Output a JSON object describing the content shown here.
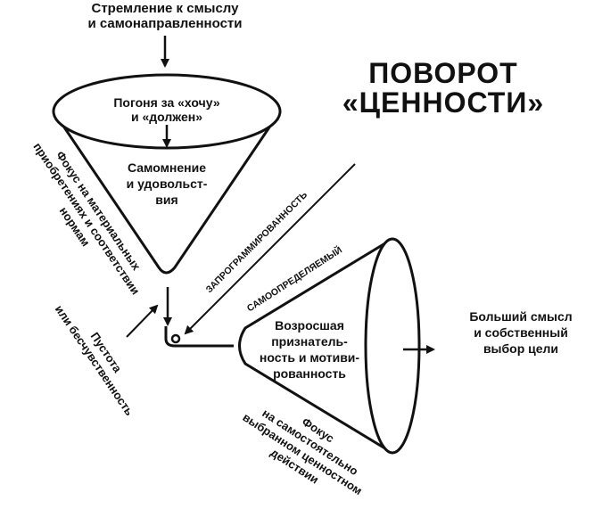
{
  "title": {
    "line1": "ПОВОРОТ",
    "line2": "«ЦЕННОСТИ»"
  },
  "top_input": {
    "line1": "Стремление к смыслу",
    "line2": "и самонаправленности"
  },
  "funnel_top": {
    "rim_line1": "Погоня за «хочу»",
    "rim_line2": "и «должен»",
    "body_line1": "Самомнение",
    "body_line2": "и удовольст-",
    "body_line3": "вия"
  },
  "left_side_label": {
    "line1": "Фокус на материальных",
    "line2": "приобретениях и соответствии",
    "line3": "нормам"
  },
  "void_label": {
    "line1": "Пустота",
    "line2": "или бесчувственность"
  },
  "programmed_label": "ЗАПРОГРАММИРОВАННОСТЬ",
  "selfdetermined_label": "САМООПРЕДЕЛЯЕМЫЙ",
  "cone_right": {
    "line1": "Возросшая",
    "line2": "признатель-",
    "line3": "ность и мотиви-",
    "line4": "рованность"
  },
  "bottom_focus_label": {
    "line1": "Фокус",
    "line2": "на самостоятельно",
    "line3": "выбранном ценностном",
    "line4": "действии"
  },
  "output": {
    "line1": "Больший смысл",
    "line2": "и собственный",
    "line3": "выбор цели"
  },
  "colors": {
    "ink": "#111111",
    "background": "#ffffff"
  }
}
